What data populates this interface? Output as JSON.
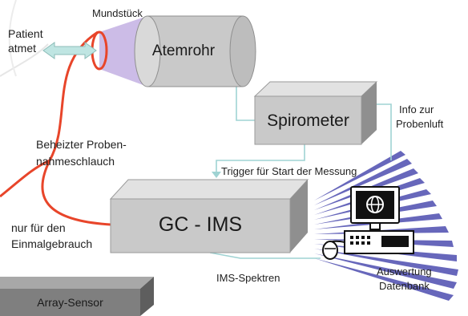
{
  "labels": {
    "patient": "Patient",
    "breathes": "atmet",
    "mouthpiece": "Mundstück",
    "tube": "Atemrohr",
    "spirometer": "Spirometer",
    "info_line1": "Info zur",
    "info_line2": "Probenluft",
    "heated_line1": "Beheizter Proben-",
    "heated_line2": "nahmeschlauch",
    "trigger": "Trigger für Start der Messung",
    "gcims": "GC - IMS",
    "single_use_line1": "nur für den",
    "single_use_line2": "Einmalgebrauch",
    "spectra": "IMS-Spektren",
    "analysis_line1": "Auswertung",
    "analysis_line2": "Datenbank",
    "array_sensor": "Array-Sensor"
  },
  "colors": {
    "box_face": "#c9c9c9",
    "box_top": "#e2e2e2",
    "box_side": "#8f8f8f",
    "connector": "#9fd3d3",
    "hose": "#e8452a",
    "arrow": "#bfe5e2",
    "rays": "#4d4db0"
  },
  "icons": {
    "computer": "computer-globe-icon",
    "double_arrow": "double-arrow-icon"
  }
}
